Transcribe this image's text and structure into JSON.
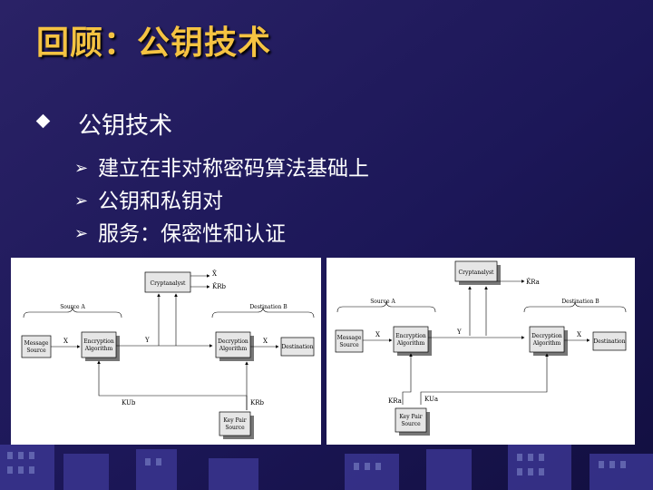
{
  "slide": {
    "title": "回顾：公钥技术",
    "main_bullet": "公钥技术",
    "sub_bullets": [
      "建立在非对称密码算法基础上",
      "公钥和私钥对",
      "服务：保密性和认证"
    ]
  },
  "diagram_left": {
    "cryptanalyst": "Cryptanalyst",
    "x_hat": "X̂",
    "kr_hat": "K̂Rb",
    "source": "Source A",
    "destination": "Destination B",
    "message_source": [
      "Message",
      "Source"
    ],
    "encryption": [
      "Encryption",
      "Algorithm"
    ],
    "decryption": [
      "Decryption",
      "Algorithm"
    ],
    "dest_box": "Destination",
    "key_pair": [
      "Key Pair",
      "Source"
    ],
    "x1": "X",
    "y": "Y",
    "x2": "X",
    "ku": "KUb",
    "kr": "KRb"
  },
  "diagram_right": {
    "cryptanalyst": "Cryptanalyst",
    "kr_hat": "K̂Ra",
    "source": "Source A",
    "destination": "Destination B",
    "message_source": [
      "Message",
      "Source"
    ],
    "encryption": [
      "Encryption",
      "Algorithm"
    ],
    "decryption": [
      "Decryption",
      "Algorithm"
    ],
    "dest_box": "Destination",
    "key_pair": [
      "Key Pair",
      "Source"
    ],
    "x1": "X",
    "y": "Y",
    "x2": "X",
    "kr": "KRa",
    "ku": "KUa"
  }
}
